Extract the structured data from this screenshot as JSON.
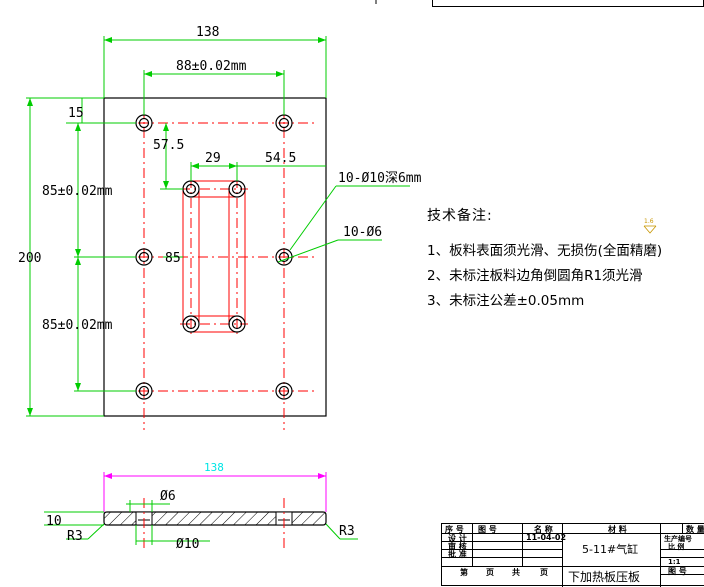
{
  "dimensions": {
    "width": "138",
    "hole_span": "88±0.02mm",
    "top_offset": "15",
    "inner_offset": "57.5",
    "slot_width": "29",
    "slot_offset": "54.5",
    "height": "200",
    "upper_pitch": "85±0.02mm",
    "lower_pitch": "85±0.02mm",
    "slot_height": "85",
    "counterbore_callout": "10-Ø10深6mm",
    "hole_callout": "10-Ø6",
    "section_width": "138",
    "section_hole": "Ø6",
    "section_cbore": "Ø10",
    "thickness": "10",
    "radius_left": "R3",
    "radius_right": "R3"
  },
  "notes": {
    "title": "技术备注:",
    "items": [
      "1、板料表面须光滑、无损伤(全面精磨)",
      "2、未标注板料边角倒圆角R1须光滑",
      "3、未标注公差±0.05mm"
    ],
    "roughness": "1.6"
  },
  "title_block": {
    "seq_label": "序 号",
    "drawing_no_label": "图 号",
    "name_label": "名 称",
    "material_label": "材 料",
    "qty_label": "数 量",
    "design_label": "设 计",
    "review_label": "审 核",
    "approve_label": "批 准",
    "date": "11-04-02",
    "project": "5-11#气缸",
    "part_name": "下加热板压板",
    "production_no_label": "生产编号",
    "scale_label": "比 例",
    "scale_value": "1:1",
    "drawing_label": "图 号",
    "page_label_1": "第",
    "page_label_2": "页",
    "page_label_3": "共",
    "page_label_4": "页"
  },
  "colors": {
    "outline": "#000000",
    "dimension": "#00cc00",
    "centerline": "#ff0000",
    "section_dimension": "#ff00ff",
    "section_value": "#00e5e5"
  }
}
